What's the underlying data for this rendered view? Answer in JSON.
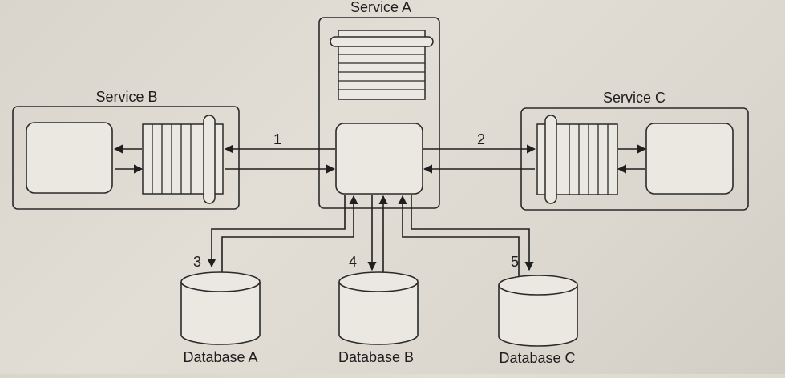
{
  "diagram": {
    "type": "service-architecture",
    "colors": {
      "stroke": "#2a2a2a",
      "background": "#dcd8d0",
      "fill": "#ebe8e1"
    },
    "services": [
      {
        "id": "service-a",
        "label": "Service A",
        "components": [
          "queue",
          "processor"
        ]
      },
      {
        "id": "service-b",
        "label": "Service B",
        "components": [
          "processor",
          "queue"
        ]
      },
      {
        "id": "service-c",
        "label": "Service C",
        "components": [
          "queue",
          "processor"
        ]
      }
    ],
    "databases": [
      {
        "id": "database-a",
        "label": "Database A"
      },
      {
        "id": "database-b",
        "label": "Database B"
      },
      {
        "id": "database-c",
        "label": "Database C"
      }
    ],
    "connections": [
      {
        "label": "1",
        "from": "Service A",
        "to": "Service B",
        "bidirectional": true
      },
      {
        "label": "2",
        "from": "Service A",
        "to": "Service C",
        "bidirectional": true
      },
      {
        "label": "3",
        "from": "Service A",
        "to": "Database A",
        "bidirectional": true
      },
      {
        "label": "4",
        "from": "Service A",
        "to": "Database B",
        "bidirectional": true
      },
      {
        "label": "5",
        "from": "Service A",
        "to": "Database C",
        "bidirectional": true
      }
    ]
  }
}
